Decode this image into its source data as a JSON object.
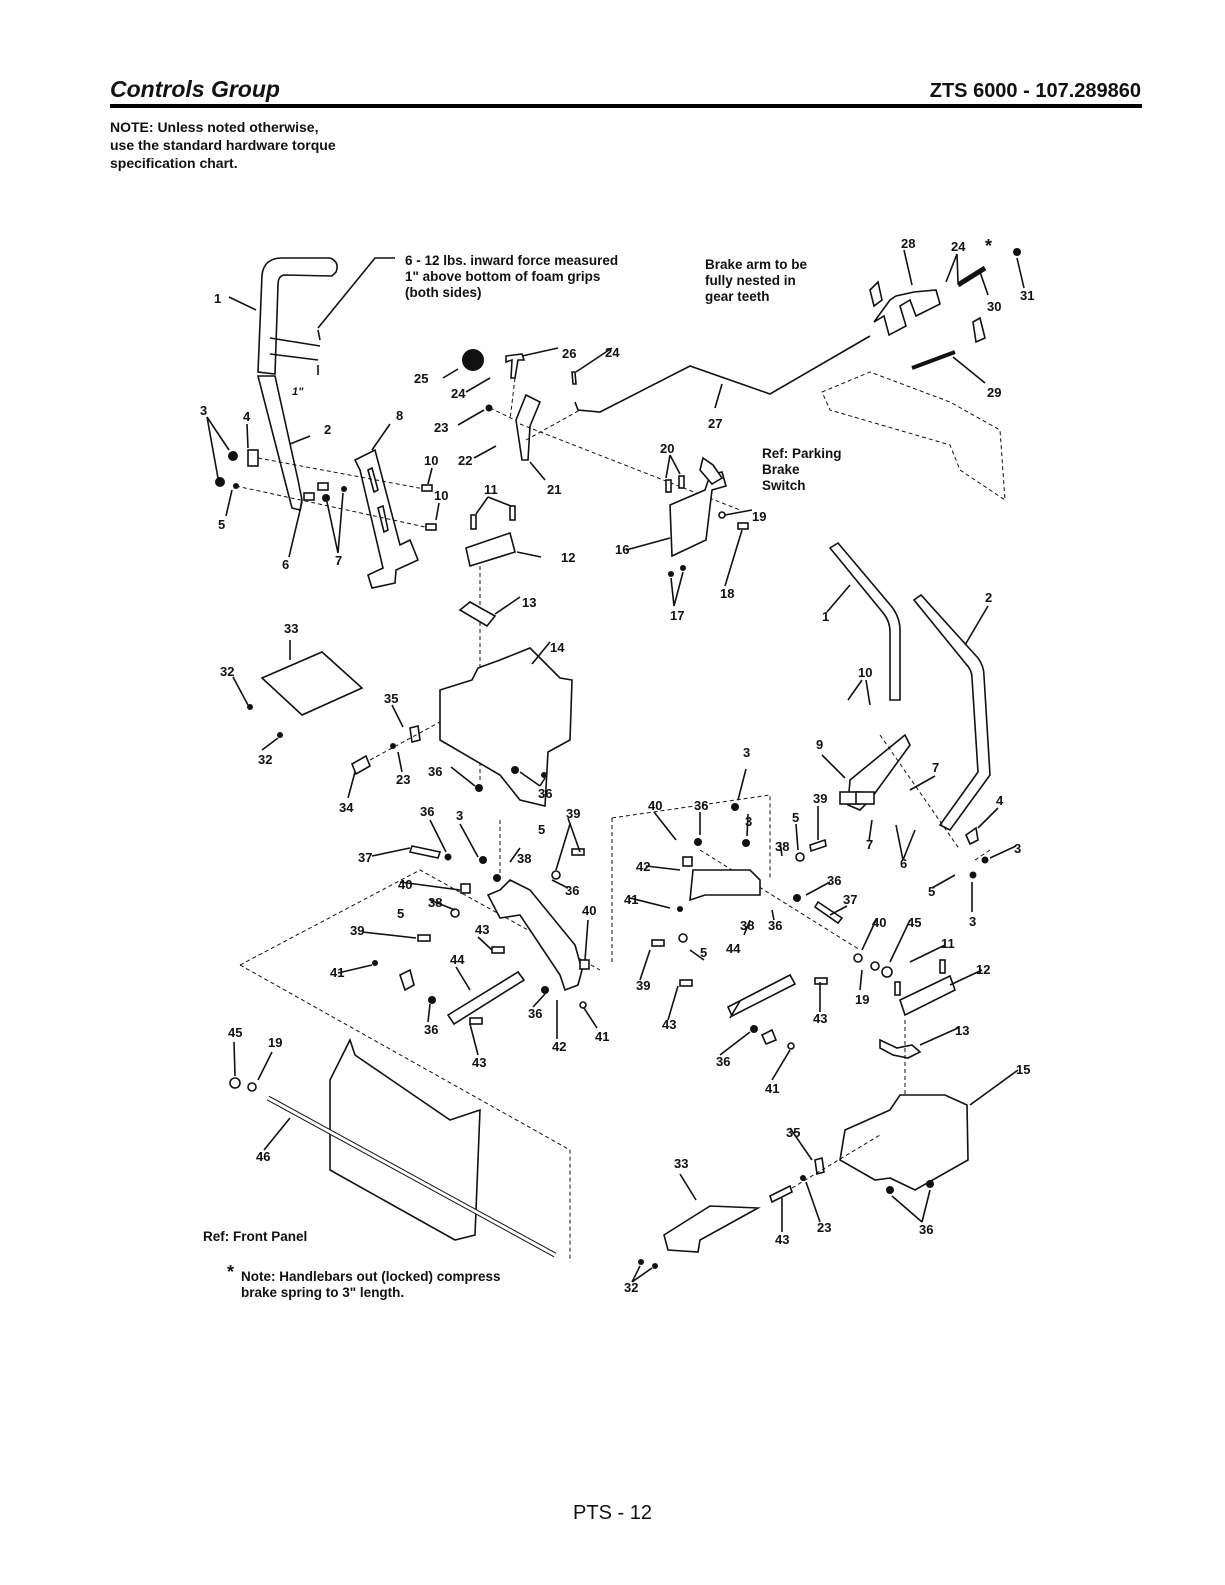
{
  "header": {
    "title": "Controls Group",
    "model": "ZTS 6000 - 107.289860"
  },
  "note": "NOTE: Unless noted otherwise,\nuse the standard hardware torque\nspecification chart.",
  "annotations": {
    "force": "6 - 12 lbs. inward force measured\n1\" above bottom of foam grips\n(both sides)",
    "one_inch": "1\"",
    "brake_arm": "Brake arm to be\nfully nested in\ngear teeth",
    "parking_switch": "Ref: Parking\n       Brake\n       Switch",
    "front_panel": "Ref: Front Panel",
    "spring_note_star": "*",
    "spring_note": "Note: Handlebars out (locked) compress\n          brake spring to 3\" length.",
    "asterisk": "*"
  },
  "part_labels": [
    {
      "id": "1",
      "text": "1"
    },
    {
      "id": "2",
      "text": "2"
    },
    {
      "id": "3a",
      "text": "3"
    },
    {
      "id": "4",
      "text": "4"
    },
    {
      "id": "5",
      "text": "5"
    },
    {
      "id": "6",
      "text": "6"
    },
    {
      "id": "7",
      "text": "7"
    },
    {
      "id": "8",
      "text": "8"
    },
    {
      "id": "10a",
      "text": "10"
    },
    {
      "id": "10b",
      "text": "10"
    },
    {
      "id": "11",
      "text": "11"
    },
    {
      "id": "12",
      "text": "12"
    },
    {
      "id": "13",
      "text": "13"
    },
    {
      "id": "14",
      "text": "14"
    },
    {
      "id": "16",
      "text": "16"
    },
    {
      "id": "17",
      "text": "17"
    },
    {
      "id": "18",
      "text": "18"
    },
    {
      "id": "19",
      "text": "19"
    },
    {
      "id": "20",
      "text": "20"
    },
    {
      "id": "21",
      "text": "21"
    },
    {
      "id": "22",
      "text": "22"
    },
    {
      "id": "23",
      "text": "23"
    },
    {
      "id": "24a",
      "text": "24"
    },
    {
      "id": "24b",
      "text": "24"
    },
    {
      "id": "25",
      "text": "25"
    },
    {
      "id": "26",
      "text": "26"
    },
    {
      "id": "27",
      "text": "27"
    },
    {
      "id": "28",
      "text": "28"
    },
    {
      "id": "24c",
      "text": "24"
    },
    {
      "id": "29",
      "text": "29"
    },
    {
      "id": "30",
      "text": "30"
    },
    {
      "id": "31",
      "text": "31"
    },
    {
      "id": "32a",
      "text": "32"
    },
    {
      "id": "32b",
      "text": "32"
    },
    {
      "id": "33",
      "text": "33"
    },
    {
      "id": "34",
      "text": "34"
    },
    {
      "id": "35",
      "text": "35"
    },
    {
      "id": "23b",
      "text": "23"
    },
    {
      "id": "36a",
      "text": "36"
    },
    {
      "id": "36b",
      "text": "36"
    },
    {
      "id": "36c",
      "text": "36"
    },
    {
      "id": "3b",
      "text": "3"
    },
    {
      "id": "37",
      "text": "37"
    },
    {
      "id": "38a",
      "text": "38"
    },
    {
      "id": "5b",
      "text": "5"
    },
    {
      "id": "39a",
      "text": "39"
    },
    {
      "id": "40a",
      "text": "40"
    },
    {
      "id": "38b",
      "text": "38"
    },
    {
      "id": "5c",
      "text": "5"
    },
    {
      "id": "39b",
      "text": "39"
    },
    {
      "id": "43a",
      "text": "43"
    },
    {
      "id": "36d",
      "text": "36"
    },
    {
      "id": "40b",
      "text": "40"
    },
    {
      "id": "41a",
      "text": "41"
    },
    {
      "id": "44a",
      "text": "44"
    },
    {
      "id": "36e",
      "text": "36"
    },
    {
      "id": "36f",
      "text": "36"
    },
    {
      "id": "42a",
      "text": "42"
    },
    {
      "id": "41b",
      "text": "41"
    },
    {
      "id": "43b",
      "text": "43"
    },
    {
      "id": "45a",
      "text": "45"
    },
    {
      "id": "19b",
      "text": "19"
    },
    {
      "id": "46",
      "text": "46"
    },
    {
      "id": "1r",
      "text": "1"
    },
    {
      "id": "2r",
      "text": "2"
    },
    {
      "id": "10r",
      "text": "10"
    },
    {
      "id": "9",
      "text": "9"
    },
    {
      "id": "7r",
      "text": "7"
    },
    {
      "id": "7r2",
      "text": "7"
    },
    {
      "id": "6r",
      "text": "6"
    },
    {
      "id": "4r",
      "text": "4"
    },
    {
      "id": "3r",
      "text": "3"
    },
    {
      "id": "5r",
      "text": "5"
    },
    {
      "id": "3r2",
      "text": "3"
    },
    {
      "id": "3c",
      "text": "3"
    },
    {
      "id": "3d",
      "text": "3"
    },
    {
      "id": "40c",
      "text": "40"
    },
    {
      "id": "36g",
      "text": "36"
    },
    {
      "id": "42b",
      "text": "42"
    },
    {
      "id": "41c",
      "text": "41"
    },
    {
      "id": "38c",
      "text": "38"
    },
    {
      "id": "5d",
      "text": "5"
    },
    {
      "id": "39c",
      "text": "39"
    },
    {
      "id": "39d",
      "text": "39"
    },
    {
      "id": "5e",
      "text": "5"
    },
    {
      "id": "36h",
      "text": "36"
    },
    {
      "id": "37b",
      "text": "37"
    },
    {
      "id": "38d",
      "text": "38"
    },
    {
      "id": "36i",
      "text": "36"
    },
    {
      "id": "40d",
      "text": "40"
    },
    {
      "id": "45b",
      "text": "45"
    },
    {
      "id": "19c",
      "text": "19"
    },
    {
      "id": "11b",
      "text": "11"
    },
    {
      "id": "12b",
      "text": "12"
    },
    {
      "id": "13b",
      "text": "13"
    },
    {
      "id": "15",
      "text": "15"
    },
    {
      "id": "44b",
      "text": "44"
    },
    {
      "id": "43c",
      "text": "43"
    },
    {
      "id": "43d",
      "text": "43"
    },
    {
      "id": "36j",
      "text": "36"
    },
    {
      "id": "41d",
      "text": "41"
    },
    {
      "id": "35b",
      "text": "35"
    },
    {
      "id": "33b",
      "text": "33"
    },
    {
      "id": "43e",
      "text": "43"
    },
    {
      "id": "23c",
      "text": "23"
    },
    {
      "id": "36k",
      "text": "36"
    },
    {
      "id": "32c",
      "text": "32"
    }
  ],
  "footer": {
    "page": "PTS - 12"
  }
}
